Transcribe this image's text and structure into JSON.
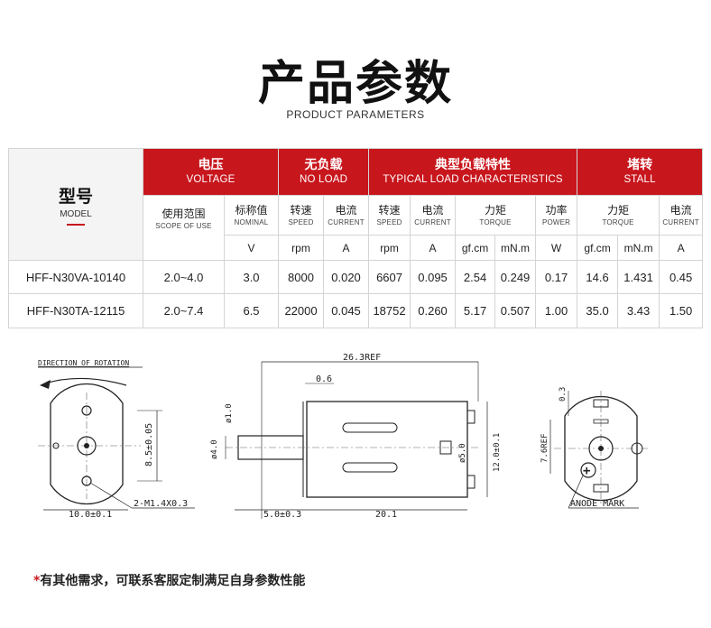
{
  "title": {
    "cn": "产品参数",
    "en": "PRODUCT PARAMETERS"
  },
  "table": {
    "model": {
      "cn": "型号",
      "en": "MODEL"
    },
    "groups": {
      "voltage": {
        "cn": "电压",
        "en": "VOLTAGE"
      },
      "no_load": {
        "cn": "无负载",
        "en": "NO LOAD"
      },
      "typical": {
        "cn": "典型负载特性",
        "en": "TYPICAL LOAD CHARACTERISTICS"
      },
      "stall": {
        "cn": "堵转",
        "en": "STALL"
      }
    },
    "sub": {
      "scope": {
        "cn": "使用范围",
        "en": "SCOPE OF USE"
      },
      "nominal": {
        "cn": "标称值",
        "en": "NOMINAL"
      },
      "nl_speed": {
        "cn": "转速",
        "en": "SPEED"
      },
      "nl_current": {
        "cn": "电流",
        "en": "CURRENT"
      },
      "t_speed": {
        "cn": "转速",
        "en": "SPEED"
      },
      "t_current": {
        "cn": "电流",
        "en": "CURRENT"
      },
      "t_torque": {
        "cn": "力矩",
        "en": "TORQUE"
      },
      "t_power": {
        "cn": "功率",
        "en": "POWER"
      },
      "s_torque": {
        "cn": "力矩",
        "en": "TORQUE"
      },
      "s_current": {
        "cn": "电流",
        "en": "CURRENT"
      }
    },
    "units": [
      "V",
      "rpm",
      "A",
      "rpm",
      "A",
      "gf.cm",
      "mN.m",
      "W",
      "gf.cm",
      "mN.m",
      "A"
    ],
    "rows": [
      {
        "model": "HFF-N30VA-10140",
        "scope": "2.0~4.0",
        "nominal": "3.0",
        "nl_speed": "8000",
        "nl_current": "0.020",
        "t_speed": "6607",
        "t_current": "0.095",
        "t_gfcm": "2.54",
        "t_mnm": "0.249",
        "t_power": "0.17",
        "s_gfcm": "14.6",
        "s_mnm": "1.431",
        "s_current": "0.45"
      },
      {
        "model": "HFF-N30TA-12115",
        "scope": "2.0~7.4",
        "nominal": "6.5",
        "nl_speed": "22000",
        "nl_current": "0.045",
        "t_speed": "18752",
        "t_current": "0.260",
        "t_gfcm": "5.17",
        "t_mnm": "0.507",
        "t_power": "1.00",
        "s_gfcm": "35.0",
        "s_mnm": "3.43",
        "s_current": "1.50"
      }
    ]
  },
  "drawings": {
    "left": {
      "direction": "DIRECTION OF ROTATION",
      "dim_height": "8.5±0.05",
      "dim_width": "10.0±0.1",
      "thread": "2-M1.4X0.3"
    },
    "middle": {
      "dim_total": "26.3REF",
      "dim_06": "0.6",
      "dim_d10": "ø1.0",
      "dim_d40": "ø4.0",
      "dim_d50": "ø5.0",
      "dim_120": "12.0±0.1",
      "dim_50": "5.0±0.3",
      "dim_201": "20.1"
    },
    "right": {
      "dim_03": "0.3",
      "dim_76": "7.6REF",
      "anode": "ANODE MARK",
      "plus": "+"
    }
  },
  "note": {
    "star": "*",
    "text": "有其他需求，可联系客服定制满足自身参数性能"
  }
}
